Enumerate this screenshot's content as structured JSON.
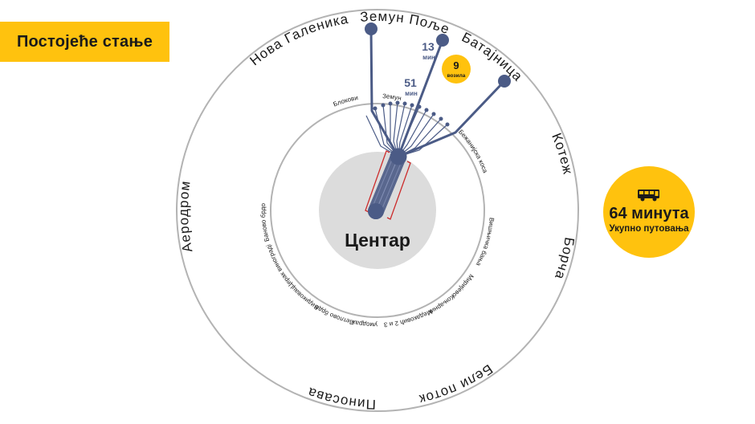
{
  "header": {
    "title": "Постојеће стање"
  },
  "summary": {
    "total_value": "64 минута",
    "total_label": "Укупно путовања",
    "icon": "bus-icon",
    "accent": "#FFC20E"
  },
  "center": {
    "label": "Центар"
  },
  "outer_destinations": [
    {
      "label": "Нова Галеника"
    },
    {
      "label": "Земун Поље"
    },
    {
      "label": "Батајница"
    },
    {
      "label": "Котеж"
    },
    {
      "label": "Борча"
    },
    {
      "label": "Бели поток"
    },
    {
      "label": "Пиносава"
    },
    {
      "label": "Аеродром"
    }
  ],
  "inner_stops": [
    {
      "label": "Блокови"
    },
    {
      "label": "Земун"
    },
    {
      "label": "Бежанијска коса"
    },
    {
      "label": "Вишњичка бања"
    },
    {
      "label": "Миријево"
    },
    {
      "label": "Коњарник"
    },
    {
      "label": "Медаковић 2 и 3"
    },
    {
      "label": "Кумодраж"
    },
    {
      "label": "Петлово брдо"
    },
    {
      "label": "Видиковац"
    },
    {
      "label": "Церак виноградi"
    },
    {
      "label": "Баново брдо"
    }
  ],
  "times": {
    "route_a": {
      "value": "51",
      "unit": "мин"
    },
    "route_b": {
      "value": "13",
      "unit": "мин"
    }
  },
  "vehicles": {
    "count": "9",
    "label": "возила"
  },
  "colors": {
    "route": "#4b5b86",
    "ring": "#b3b3b3",
    "center_fill": "#dcdcdc",
    "bracket": "#cc2b2b"
  }
}
